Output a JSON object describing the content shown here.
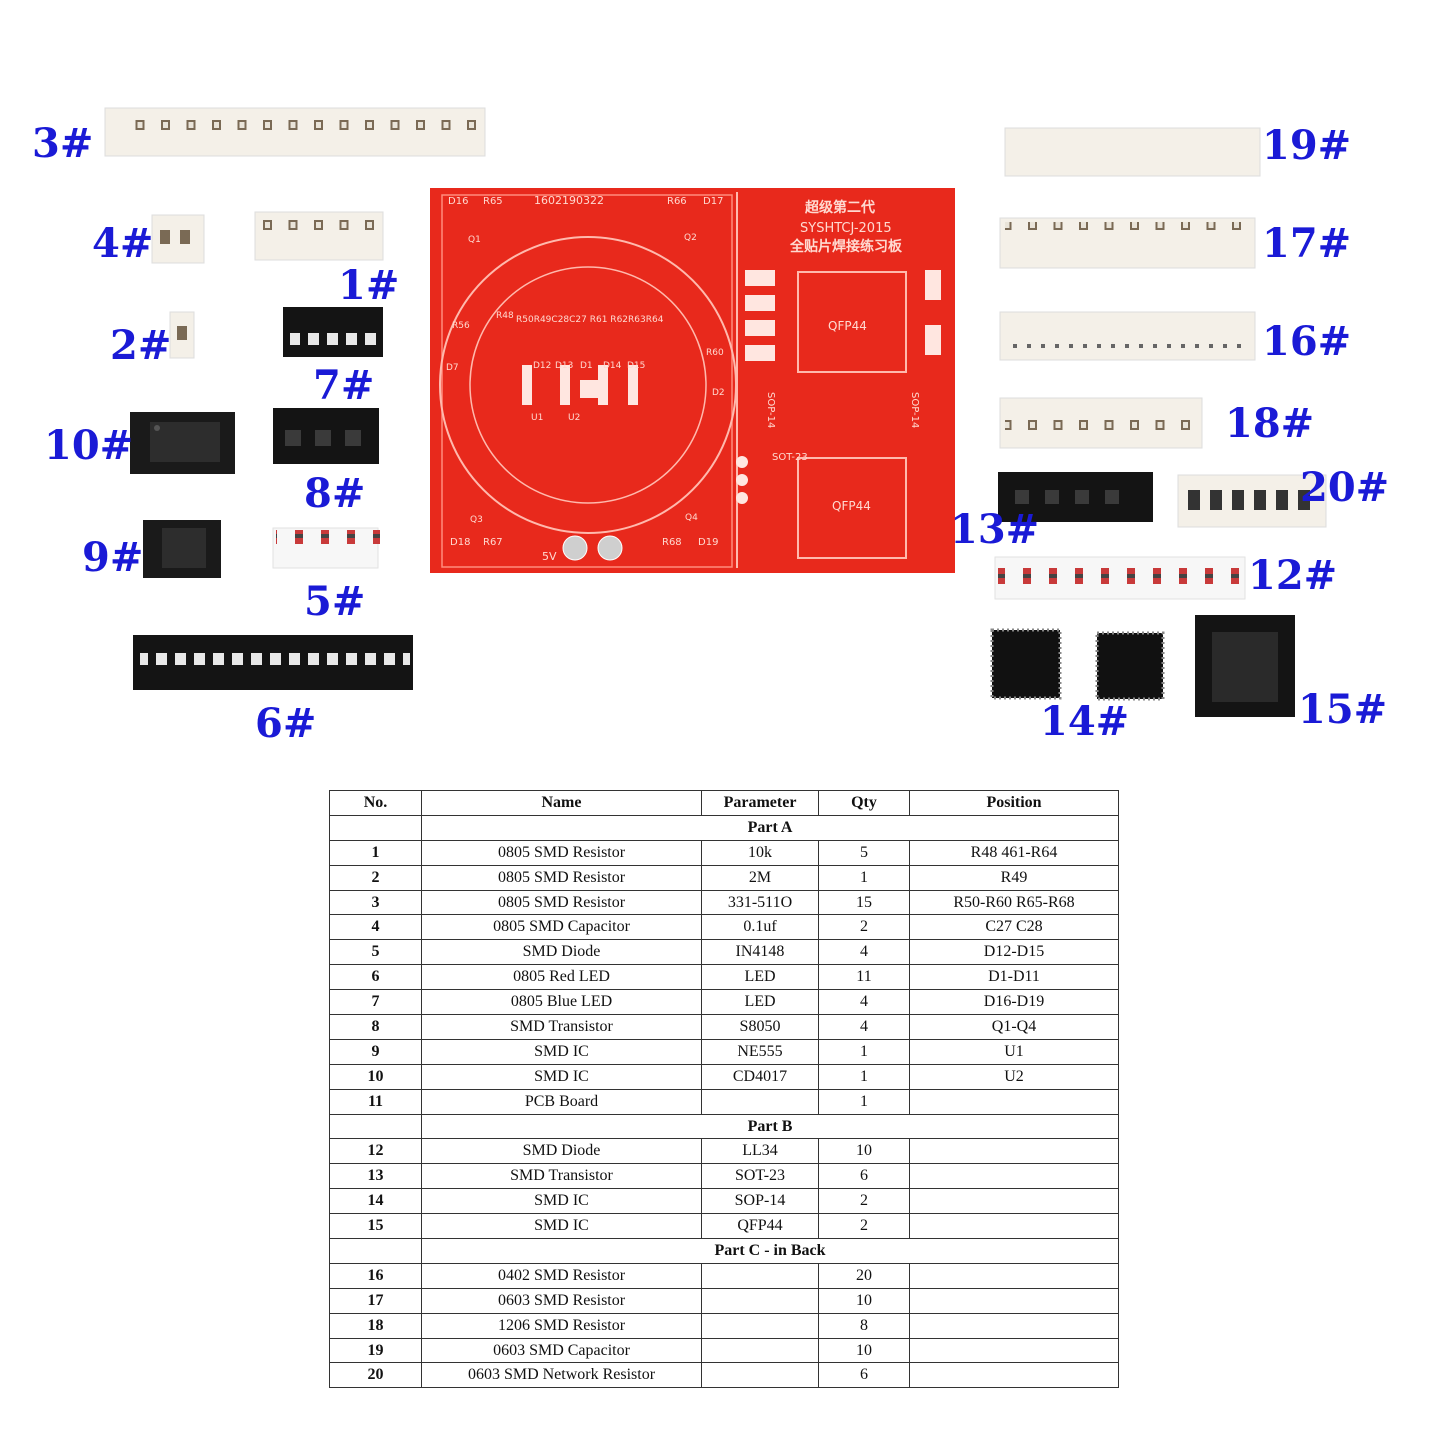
{
  "part_labels": [
    "3#",
    "4#",
    "1#",
    "2#",
    "7#",
    "10#",
    "8#",
    "9#",
    "5#",
    "6#",
    "19#",
    "17#",
    "16#",
    "18#",
    "20#",
    "13#",
    "12#",
    "14#",
    "15#"
  ],
  "pcb": {
    "serial": "1602190322",
    "title_cn": "超级第二代",
    "model": "SYSHTCJ-2015",
    "subtitle_cn": "全贴片焊接练习板",
    "chip_label": "QFP44",
    "sop_label": "SOP-14",
    "sot_label": "SOT-23",
    "voltage": "5V",
    "ref_labels": {
      "d16": "D16",
      "r65": "R65",
      "r66": "R66",
      "d17": "D17",
      "q1": "Q1",
      "q2": "Q2",
      "q3": "Q3",
      "q4": "Q4",
      "d18": "D18",
      "r67": "R67",
      "r68": "R68",
      "d19": "D19",
      "d12": "D12",
      "d13": "D13",
      "d1": "D1",
      "d14": "D14",
      "d15": "D15",
      "u1": "U1",
      "u2": "U2",
      "r48": "R48",
      "row": "R50R49C28C27 R61 R62R63R64",
      "r60": "R60",
      "r56": "R56",
      "d7": "D7",
      "d2": "D2"
    }
  },
  "table": {
    "headers": [
      "No.",
      "Name",
      "Parameter",
      "Qty",
      "Position"
    ],
    "sections": [
      {
        "title": "Part A",
        "rows": [
          [
            "1",
            "0805 SMD Resistor",
            "10k",
            "5",
            "R48 461-R64"
          ],
          [
            "2",
            "0805 SMD Resistor",
            "2M",
            "1",
            "R49"
          ],
          [
            "3",
            "0805 SMD Resistor",
            "331-511O",
            "15",
            "R50-R60 R65-R68"
          ],
          [
            "4",
            "0805 SMD Capacitor",
            "0.1uf",
            "2",
            "C27 C28"
          ],
          [
            "5",
            "SMD Diode",
            "IN4148",
            "4",
            "D12-D15"
          ],
          [
            "6",
            "0805 Red LED",
            "LED",
            "11",
            "D1-D11"
          ],
          [
            "7",
            "0805 Blue LED",
            "LED",
            "4",
            "D16-D19"
          ],
          [
            "8",
            "SMD Transistor",
            "S8050",
            "4",
            "Q1-Q4"
          ],
          [
            "9",
            "SMD IC",
            "NE555",
            "1",
            "U1"
          ],
          [
            "10",
            "SMD IC",
            "CD4017",
            "1",
            "U2"
          ],
          [
            "11",
            "PCB Board",
            "",
            "1",
            ""
          ]
        ]
      },
      {
        "title": "Part B",
        "rows": [
          [
            "12",
            "SMD Diode",
            "LL34",
            "10",
            ""
          ],
          [
            "13",
            "SMD Transistor",
            "SOT-23",
            "6",
            ""
          ],
          [
            "14",
            "SMD IC",
            "SOP-14",
            "2",
            ""
          ],
          [
            "15",
            "SMD IC",
            "QFP44",
            "2",
            ""
          ]
        ]
      },
      {
        "title": "Part C - in Back",
        "rows": [
          [
            "16",
            "0402 SMD Resistor",
            "",
            "20",
            ""
          ],
          [
            "17",
            "0603 SMD Resistor",
            "",
            "10",
            ""
          ],
          [
            "18",
            "1206 SMD Resistor",
            "",
            "8",
            ""
          ],
          [
            "19",
            "0603 SMD Capacitor",
            "",
            "10",
            ""
          ],
          [
            "20",
            "0603 SMD Network Resistor",
            "",
            "6",
            ""
          ]
        ]
      }
    ]
  }
}
